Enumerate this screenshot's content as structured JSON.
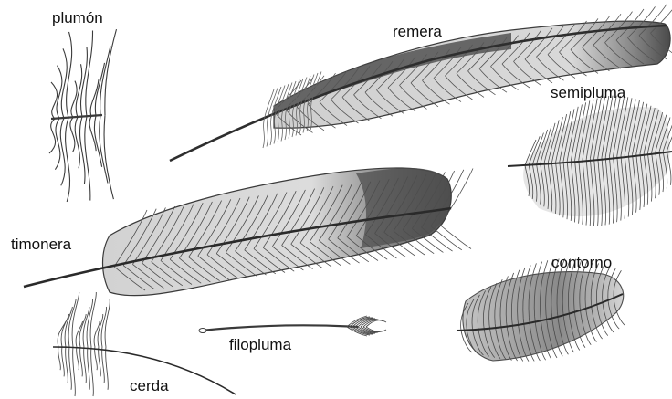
{
  "labels": {
    "plumon": "plumón",
    "remera": "remera",
    "semipluma": "semipluma",
    "timonera": "timonera",
    "contorno": "contorno",
    "filopluma": "filopluma",
    "cerda": "cerda"
  },
  "colors": {
    "ink": "#2b2b2b",
    "vane_light": "#d6d6d6",
    "vane_mid": "#a9a9a9",
    "vane_dark": "#5a5a5a",
    "background": "#ffffff"
  }
}
